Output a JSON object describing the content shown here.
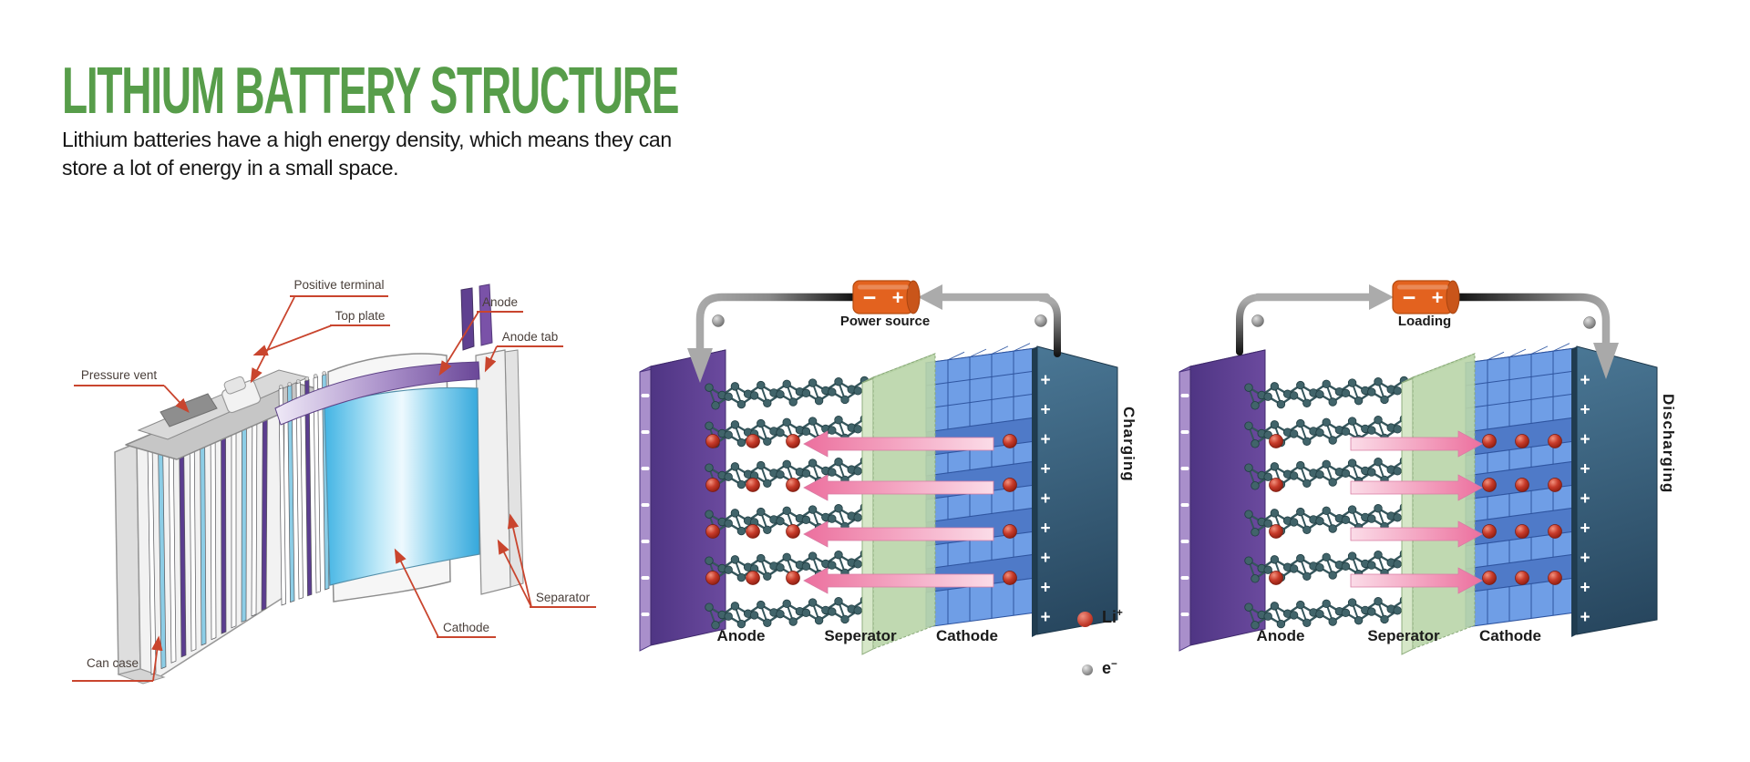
{
  "header": {
    "title": "LITHIUM BATTERY STRUCTURE",
    "subtitle_line1": "Lithium batteries have a high energy density, which means they can",
    "subtitle_line2": "store a lot of energy in a small space."
  },
  "cutaway": {
    "labels": {
      "positive_terminal": "Positive terminal",
      "top_plate": "Top plate",
      "pressure_vent": "Pressure vent",
      "anode": "Anode",
      "anode_tab": "Anode tab",
      "separator": "Separator",
      "cathode": "Cathode",
      "can_case": "Can case"
    }
  },
  "charging": {
    "power_label": "Power source",
    "state_label": "Charging",
    "anode_label": "Anode",
    "separator_label": "Seperator",
    "cathode_label": "Cathode"
  },
  "discharging": {
    "power_label": "Loading",
    "state_label": "Discharging",
    "anode_label": "Anode",
    "separator_label": "Seperator",
    "cathode_label": "Cathode"
  },
  "legend": {
    "li_symbol": "Li",
    "li_charge": "+",
    "electron_symbol": "e",
    "electron_charge": "−"
  },
  "glyphs": {
    "plus": "+",
    "minus": "−"
  },
  "colors": {
    "title_green": "#579d4a",
    "label_red": "#c9452e",
    "battery_orange": "#e3621f",
    "anode_purple": "#6b4a9e",
    "separator_green": "#b9d5a8",
    "cathode_blue": "#6f9ee6",
    "collector_dark_blue": "#3a6584",
    "lithium_ion_red": "#c73b2a",
    "electron_gray": "#9a9a9a",
    "ion_arrow_pink": "#f191b4",
    "graphite_teal": "#41646a"
  }
}
